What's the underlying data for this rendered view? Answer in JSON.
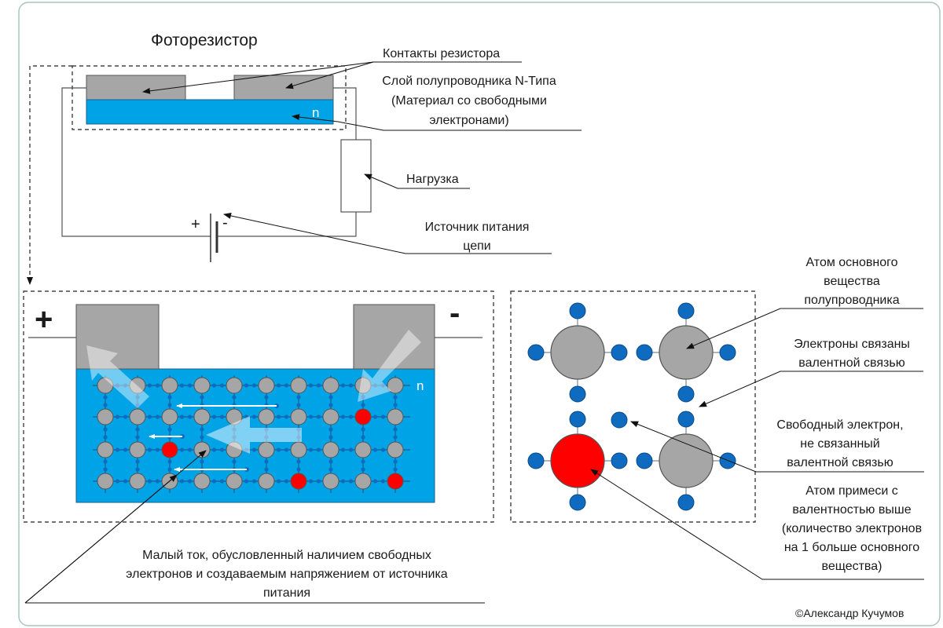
{
  "title": "Фоторезистор",
  "labels": {
    "contacts": "Контакты резистора",
    "layer": [
      "Слой полупроводника N-Типа",
      "(Материал со свободными",
      "электронами)"
    ],
    "load": "Нагрузка",
    "source": [
      "Источник питания",
      "цепи"
    ],
    "n_top": "n",
    "n_bottom": "n",
    "plus_small": "+",
    "minus_small": "-",
    "plus_big": "+",
    "minus_big": "-",
    "atom_base": [
      "Атом основного",
      "вещества",
      "полупроводника"
    ],
    "bound_electrons": [
      "Электроны связаны",
      "валентной связью"
    ],
    "free_electron": [
      "Свободный электрон,",
      "не связанный",
      "валентной связью"
    ],
    "impurity": [
      "Атом примеси с",
      "валентностью выше",
      "(количество электронов",
      "на 1 больше основного",
      "вещества)"
    ],
    "current": [
      "Малый ток, обусловленный наличием свободных",
      "электронов и создаваемым напряжением от источника",
      "питания"
    ],
    "copyright": "©Александр Кучумов"
  },
  "colors": {
    "semiconductor": "#00a3e6",
    "contact": "#a6a6a6",
    "atom": "#a6a6a6",
    "impurity": "#ff0000",
    "electron": "#0f6bbf",
    "frame": "#a8c5c2"
  }
}
